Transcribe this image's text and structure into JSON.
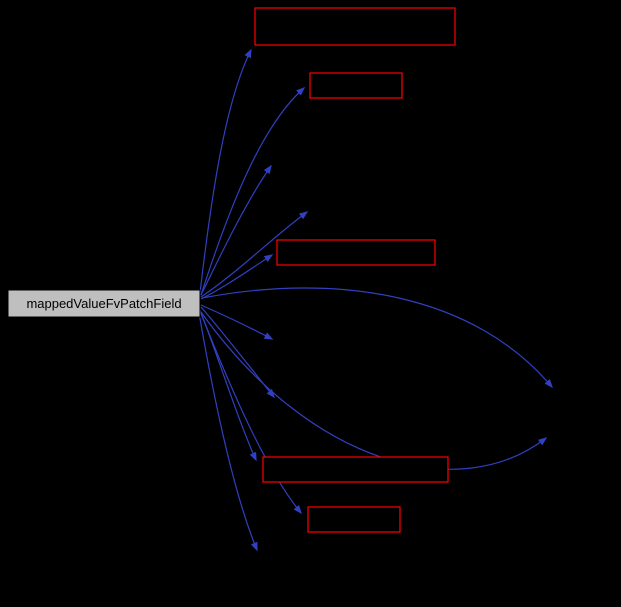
{
  "diagram": {
    "title": "dependency-graph",
    "main_node": {
      "label": "mappedValueFvPatchField"
    },
    "node_count_visible_red_boxes": "5",
    "edge_count": "12"
  },
  "colors": {
    "background": "#000000",
    "edge": "#3040c0",
    "main_node_fill": "#bfbfbf",
    "main_node_border": "#000000",
    "main_node_text": "#000000",
    "red_box_border": "#ff0000",
    "red_box_fill": "#000000"
  }
}
